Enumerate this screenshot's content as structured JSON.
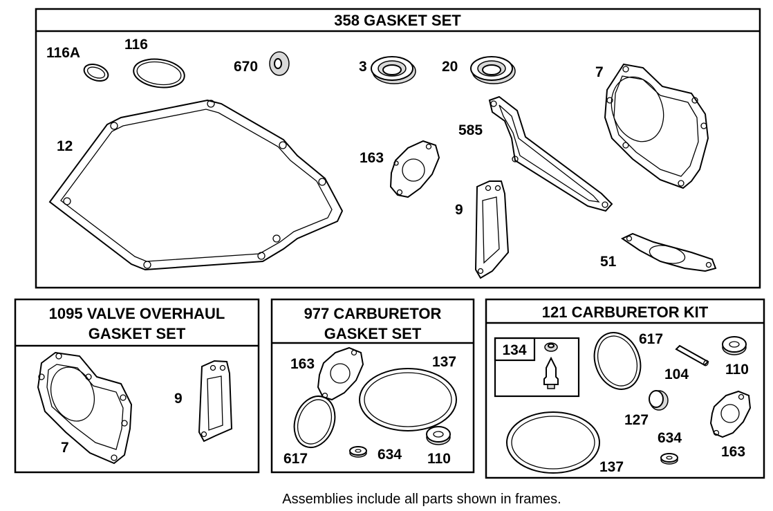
{
  "frames": {
    "gasket_set": {
      "title": "358 GASKET SET",
      "labels": {
        "p116A": "116A",
        "p116": "116",
        "p670": "670",
        "p3": "3",
        "p20": "20",
        "p7": "7",
        "p12": "12",
        "p163": "163",
        "p585": "585",
        "p9": "9",
        "p51": "51"
      }
    },
    "valve_overhaul": {
      "title_line1": "1095 VALVE OVERHAUL",
      "title_line2": "GASKET SET",
      "labels": {
        "p9": "9",
        "p7": "7"
      }
    },
    "carb_gasket": {
      "title_line1": "977 CARBURETOR",
      "title_line2": "GASKET SET",
      "labels": {
        "p163": "163",
        "p137": "137",
        "p617": "617",
        "p634": "634",
        "p110": "110"
      }
    },
    "carb_kit": {
      "title": "121 CARBURETOR KIT",
      "labels": {
        "p134": "134",
        "p617": "617",
        "p104": "104",
        "p110": "110",
        "p127": "127",
        "p634": "634",
        "p163": "163",
        "p137": "137"
      }
    }
  },
  "footer": "Assemblies include all parts shown in frames."
}
